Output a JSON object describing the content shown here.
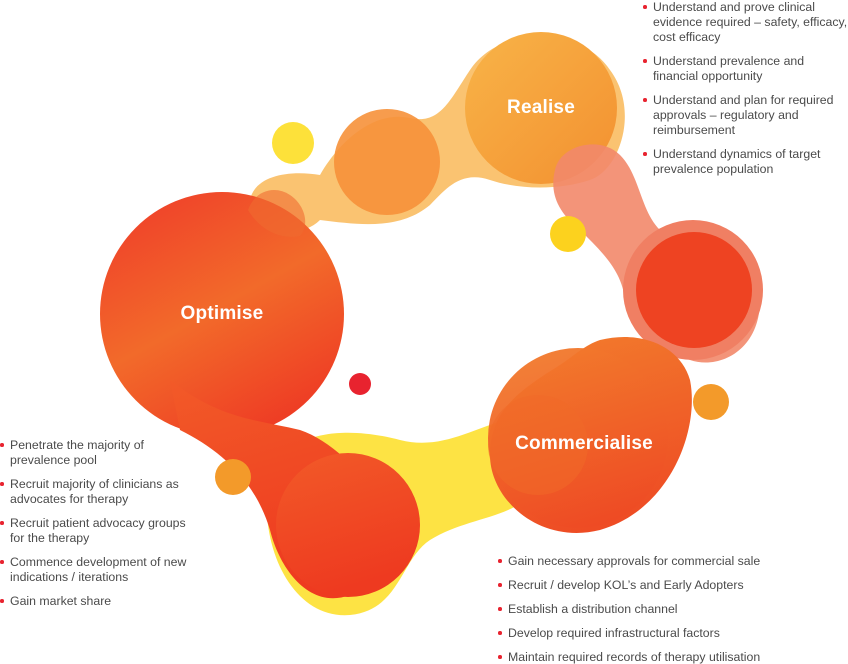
{
  "stages": {
    "realise": {
      "label": "Realise",
      "points": [
        "Understand and prove clinical evidence required – safety, efficacy, cost efficacy",
        "Understand prevalence and financial opportunity",
        "Understand and plan for required approvals – regulatory and reimbursement",
        "Understand dynamics of target prevalence population"
      ]
    },
    "optimise": {
      "label": "Optimise",
      "points": [
        "Penetrate the majority of prevalence pool",
        "Recruit majority of clinicians as advocates for therapy",
        "Recruit patient advocacy groups for the therapy",
        "Commence development of new indications / iterations",
        "Gain market share"
      ]
    },
    "commercialise": {
      "label": "Commercialise",
      "points": [
        "Gain necessary approvals for commercial sale",
        "Recruit / develop KOL’s and Early Adopters",
        "Establish a distribution channel",
        "Develop required infrastructural factors",
        "Maintain required records of therapy utilisation"
      ]
    }
  },
  "colors": {
    "red": "#e8232f",
    "orange": "#f07d1e",
    "amber": "#f6a53b",
    "yellow": "#fde13a",
    "salmon": "#f07f63",
    "bullet": "#e8232f",
    "text": "#4a4a4a"
  }
}
